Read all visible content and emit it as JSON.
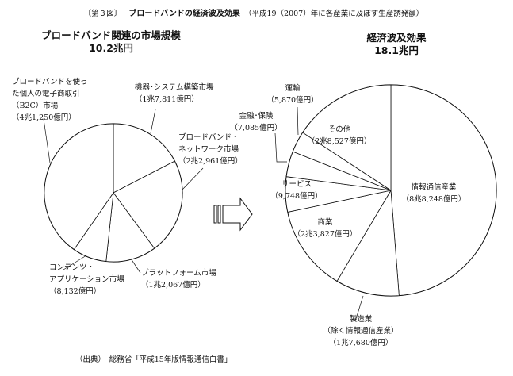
{
  "figure": {
    "label": "〔第３図〕",
    "title": "ブロードバンドの経済波及効果",
    "subtitle": "（平成19（2007）年に各産業に及ぼす生産誘発額）",
    "source": "（出典）　総務省「平成15年版情報通信白書」"
  },
  "chart_data": [
    {
      "type": "pie",
      "title": "ブロードバンド関連の市場規模",
      "total": "10.2兆円",
      "unit": "億円",
      "slices": [
        {
          "lines": [
            "機器･システム構築市場",
            "（1兆7,811億円）"
          ],
          "value": 17811
        },
        {
          "lines": [
            "ブロードバンド・",
            "ネットワーク市場",
            "（2兆2,961億円）"
          ],
          "value": 22961
        },
        {
          "lines": [
            "プラットフォーム市場",
            "（1兆2,067億円）"
          ],
          "value": 12067
        },
        {
          "lines": [
            "コンテンツ・",
            "アプリケーション市場",
            "（8,132億円）"
          ],
          "value": 8132
        },
        {
          "lines": [
            "ブロードバンドを使っ",
            "た個人の電子商取引",
            "（B2C）市場",
            "（4兆1,250億円）"
          ],
          "value": 41250
        }
      ]
    },
    {
      "type": "pie",
      "title": "経済波及効果",
      "total": "18.1兆円",
      "unit": "億円",
      "slices": [
        {
          "lines": [
            "情報通信産業",
            "（8兆8,248億円）"
          ],
          "value": 88248
        },
        {
          "lines": [
            "製造業",
            "（除く情報通信産業）",
            "（1兆7,680億円）"
          ],
          "value": 17680
        },
        {
          "lines": [
            "商業",
            "（2兆3,827億円）"
          ],
          "value": 23827
        },
        {
          "lines": [
            "サービス",
            "（9,748億円）"
          ],
          "value": 9748
        },
        {
          "lines": [
            "金融･保険",
            "（7,085億円）"
          ],
          "value": 7085
        },
        {
          "lines": [
            "運輸",
            "（5,870億円）"
          ],
          "value": 5870
        },
        {
          "lines": [
            "その他",
            "（2兆8,527億円）"
          ],
          "value": 28527
        }
      ]
    }
  ]
}
